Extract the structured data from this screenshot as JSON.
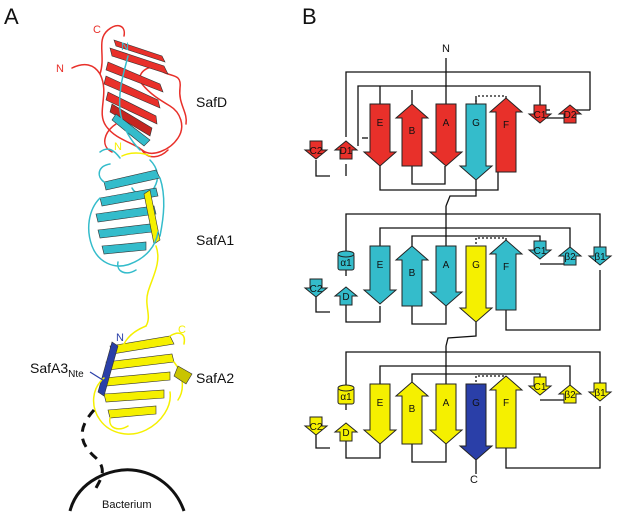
{
  "panels": {
    "a": "A",
    "b": "B"
  },
  "colors": {
    "safd": "#e8302a",
    "safa1": "#34bccb",
    "safa2": "#f5f000",
    "nte": "#2a3fa8",
    "line": "#111111"
  },
  "structure": {
    "labels": {
      "safd": "SafD",
      "safa1": "SafA1",
      "safa2": "SafA2",
      "safa3_main": "SafA3",
      "safa3_sub": "Nte",
      "bacterium": "Bacterium"
    },
    "termini": {
      "safd_n": "N",
      "safd_c": "C",
      "safd_cyan_n": "N",
      "safa1_n": "N",
      "safa2_n": "N",
      "safa2_c": "C"
    }
  },
  "topology": {
    "n_term": "N",
    "c_term": "C",
    "safd_strands": [
      "C2",
      "D1",
      "E",
      "B",
      "A",
      "G",
      "F",
      "C1",
      "D2"
    ],
    "safa1_strands": [
      "α1",
      "C2",
      "D",
      "E",
      "B",
      "A",
      "G",
      "F",
      "C1",
      "β2",
      "β1"
    ],
    "safa2_strands": [
      "α1",
      "C2",
      "D",
      "E",
      "B",
      "A",
      "G",
      "F",
      "C1",
      "β2",
      "β1"
    ]
  }
}
